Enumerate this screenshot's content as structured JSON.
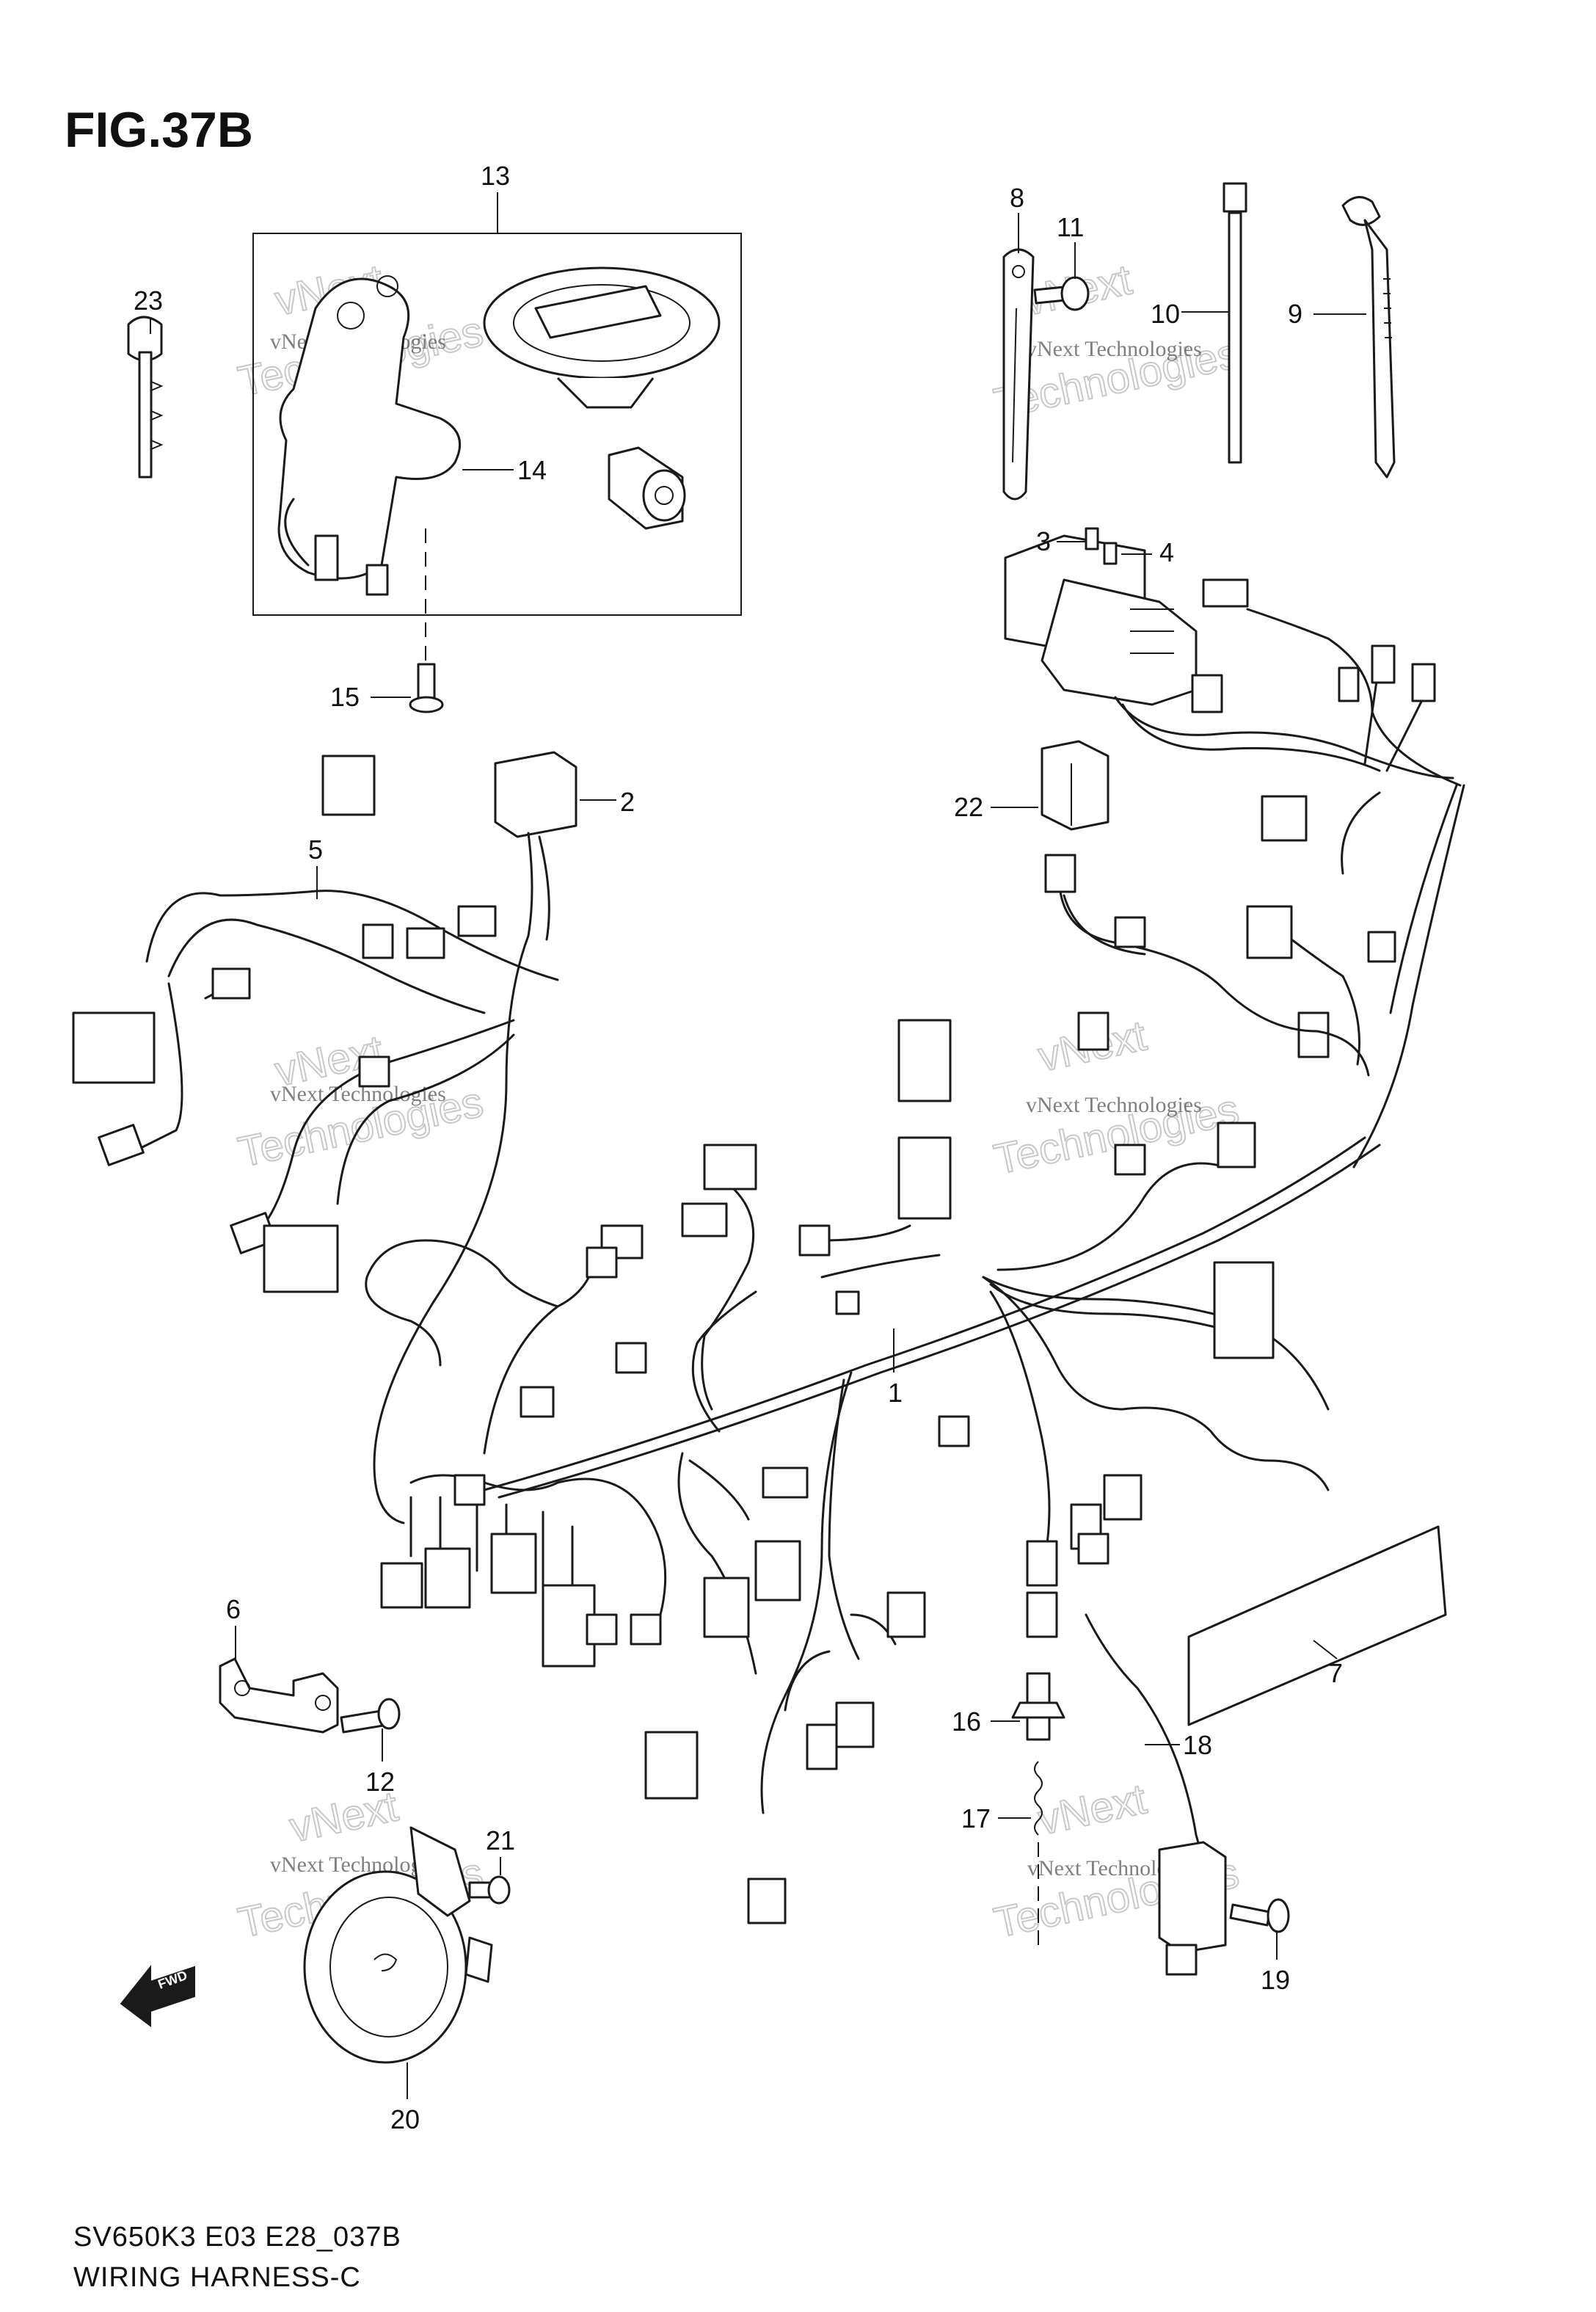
{
  "title": "FIG.37B",
  "footer": {
    "code": "SV650K3 E03 E28_037B",
    "name": "WIRING HARNESS-C"
  },
  "fwd_label": "FWD",
  "watermark": {
    "line1": "vNext Technologies",
    "line2": "Technologies",
    "line3": "vNext"
  },
  "callouts": [
    "1",
    "2",
    "3",
    "4",
    "5",
    "6",
    "7",
    "8",
    "9",
    "10",
    "11",
    "12",
    "13",
    "14",
    "15",
    "16",
    "17",
    "18",
    "19",
    "20",
    "21",
    "22",
    "23"
  ],
  "icons": {
    "fwd": "fwd-arrow-icon",
    "key": "key-icon",
    "horn": "horn-icon"
  }
}
